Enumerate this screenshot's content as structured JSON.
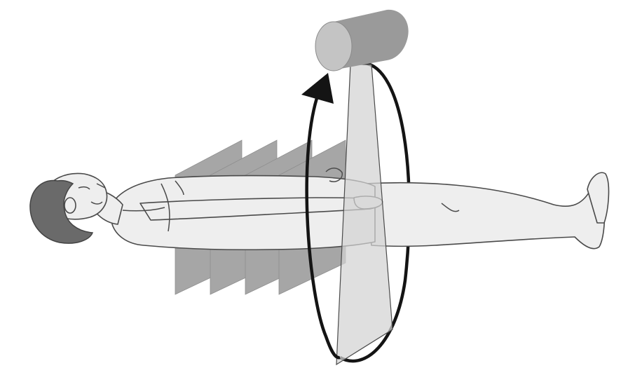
{
  "diagram": {
    "title": "",
    "components": [
      {
        "id": "patient",
        "icon": "supine-person-icon"
      },
      {
        "id": "xray-tube",
        "icon": "cylinder-icon"
      },
      {
        "id": "xray-beam",
        "icon": "fan-beam-icon"
      },
      {
        "id": "rotation-path",
        "icon": "elliptical-orbit-icon"
      },
      {
        "id": "rotation-arrow",
        "icon": "arrowhead-icon"
      },
      {
        "id": "slices",
        "count": 4,
        "icon": "slice-plane-icon"
      }
    ],
    "colors": {
      "background": "#ffffff",
      "outline": "#4a4a4a",
      "skin": "#eeeeee",
      "hair": "#6a6a6a",
      "tube": "#9a9a9a",
      "tube_end": "#c4c4c4",
      "beam": "#d2d2d2",
      "slice": "#8e8e8e",
      "orbit": "#141414"
    }
  }
}
